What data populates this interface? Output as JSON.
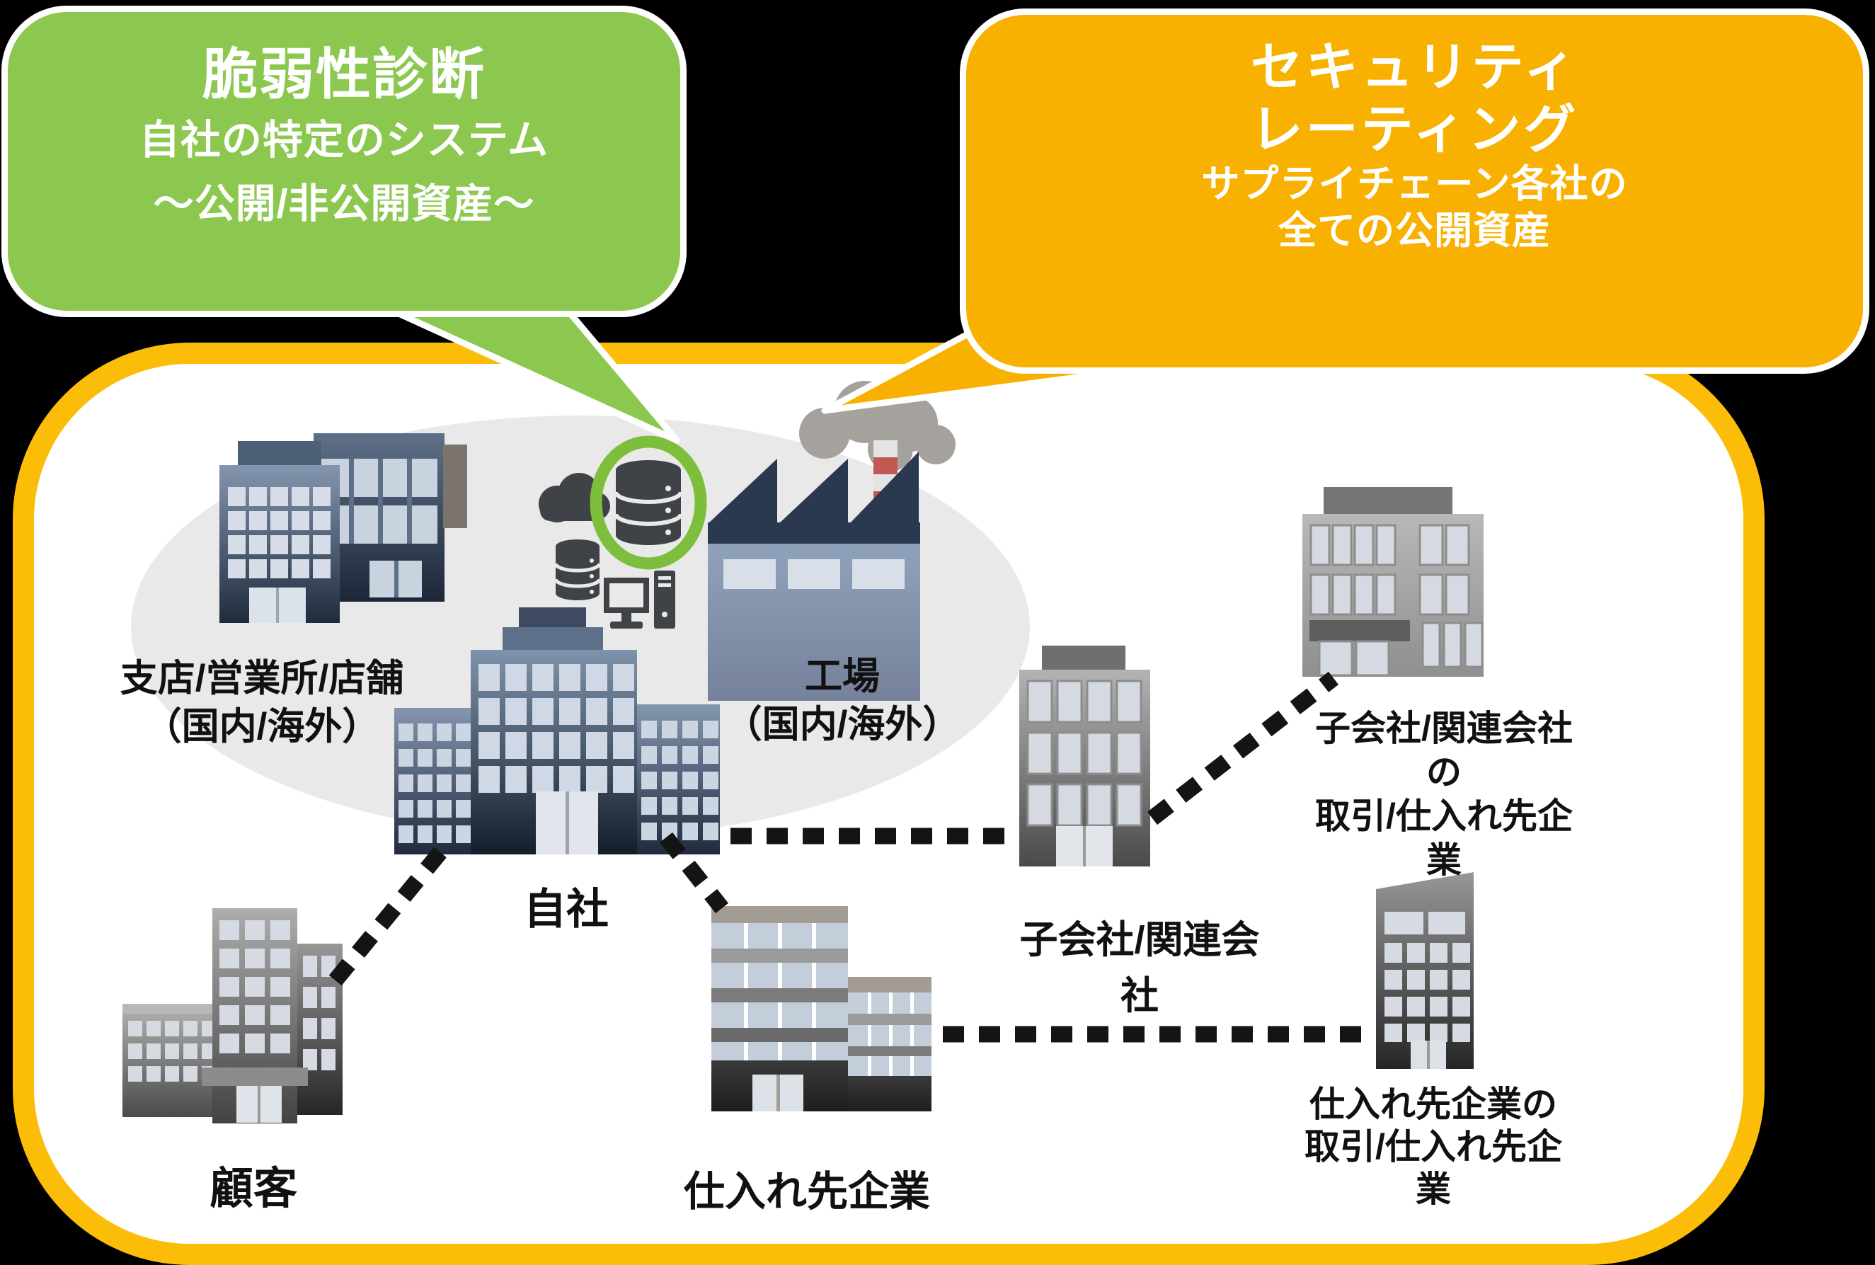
{
  "colors": {
    "green_bubble": "#8CC850",
    "orange_bubble": "#F8B100",
    "frame_border": "#FBBD08",
    "highlight_ring": "#7DBE3C",
    "ellipse_background": "#E9E9E9",
    "dotted_line": "#141414",
    "blue_building": "#8496AF",
    "gray_building": "#9B9B9B"
  },
  "green_bubble": {
    "title": "脆弱性診断",
    "line2": "自社の特定のシステム",
    "line3": "～公開/非公開資産～"
  },
  "orange_bubble": {
    "title1": "セキュリティ",
    "title2": "レーティング",
    "line3": "サプライチェーン各社の",
    "line4": "全ての公開資産"
  },
  "nodes": {
    "branch": {
      "line1": "支店/営業所/店舗",
      "line2": "（国内/海外）"
    },
    "factory": {
      "line1": "工場",
      "line2": "（国内/海外）"
    },
    "own_company": {
      "label": "自社"
    },
    "customer": {
      "label": "顧客"
    },
    "supplier": {
      "label": "仕入れ先企業"
    },
    "subsidiary": {
      "label": "子会社/関連会社"
    },
    "subsidiary_partner": {
      "line1": "子会社/関連会社の",
      "line2": "取引/仕入れ先企業"
    },
    "supplier_partner": {
      "line1": "仕入れ先企業の",
      "line2": "取引/仕入れ先企業"
    }
  },
  "icons": {
    "cloud": "cloud-icon",
    "database": "database-icon",
    "highlighted_database": "database-highlight-icon",
    "computer": "desktop-computer-icon",
    "factory": "factory-icon",
    "smoke": "smoke-icon"
  }
}
